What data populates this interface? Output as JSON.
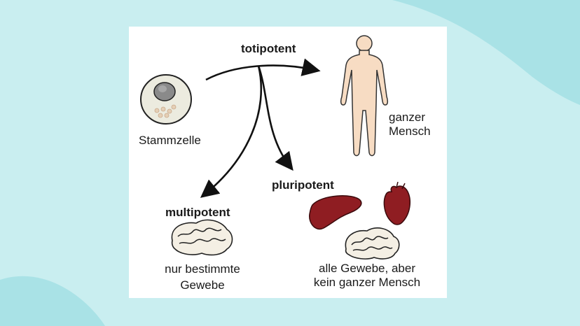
{
  "diagram": {
    "stem_cell_label": "Stammzelle",
    "totipotent": {
      "title": "totipotent",
      "result_line1": "ganzer",
      "result_line2": "Mensch"
    },
    "pluripotent": {
      "title": "pluripotent",
      "result_line1": "alle Gewebe, aber",
      "result_line2": "kein ganzer Mensch"
    },
    "multipotent": {
      "title": "multipotent",
      "result_line1": "nur bestimmte",
      "result_line2": "Gewebe"
    }
  },
  "colors": {
    "background": "#c9eef0",
    "background_blob": "#a9e2e6",
    "card": "#ffffff",
    "text": "#1a1a1a",
    "cell_body": "#ecebdf",
    "nucleus": "#8a8a8a",
    "body_skin": "#f7dcc3",
    "organ_red": "#8f1d22",
    "brain": "#f4efe4"
  }
}
